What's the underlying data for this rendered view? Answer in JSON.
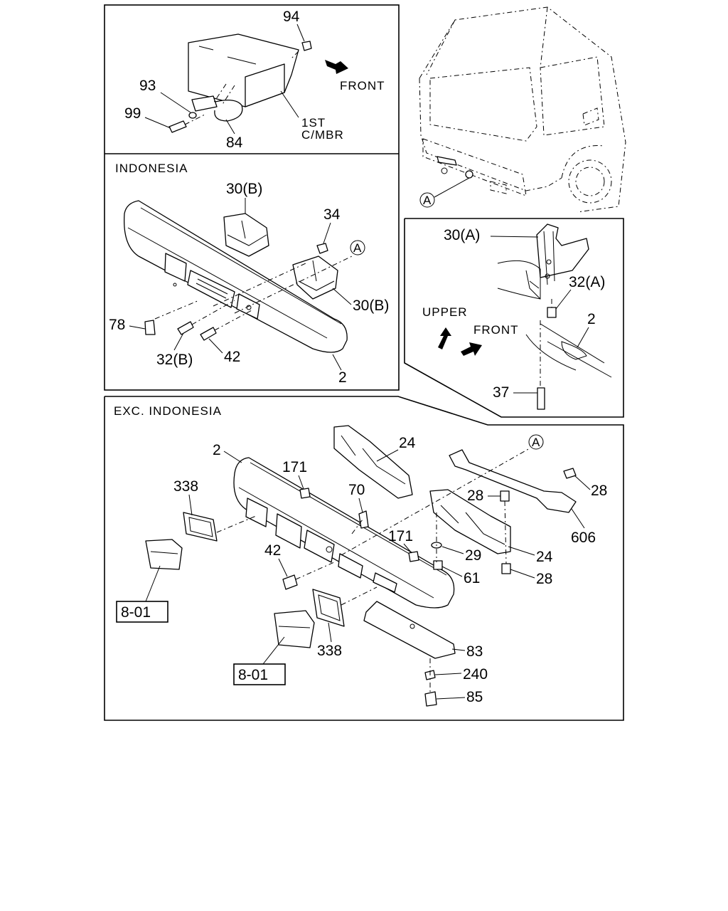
{
  "panels": {
    "top_left": {
      "callouts": [
        "94",
        "93",
        "99",
        "84",
        "1ST",
        "C/MBR"
      ],
      "front_label": "FRONT"
    },
    "indonesia": {
      "title": "INDONESIA",
      "callouts": [
        "30(B)",
        "34",
        "30(B)",
        "78",
        "32(B)",
        "42",
        "2"
      ],
      "ref_mark": "A"
    },
    "cab": {
      "ref_mark": "A"
    },
    "detail_a": {
      "callouts": [
        "30(A)",
        "32(A)",
        "2",
        "37"
      ],
      "upper_label": "UPPER",
      "front_label": "FRONT"
    },
    "exc_indonesia": {
      "title": "EXC. INDONESIA",
      "ref_mark": "A",
      "callouts": [
        "2",
        "24",
        "171",
        "70",
        "338",
        "28",
        "28",
        "606",
        "24",
        "29",
        "171",
        "42",
        "61",
        "28",
        "338",
        "83",
        "240",
        "85"
      ],
      "ref_boxes": [
        "8-01",
        "8-01"
      ]
    }
  }
}
